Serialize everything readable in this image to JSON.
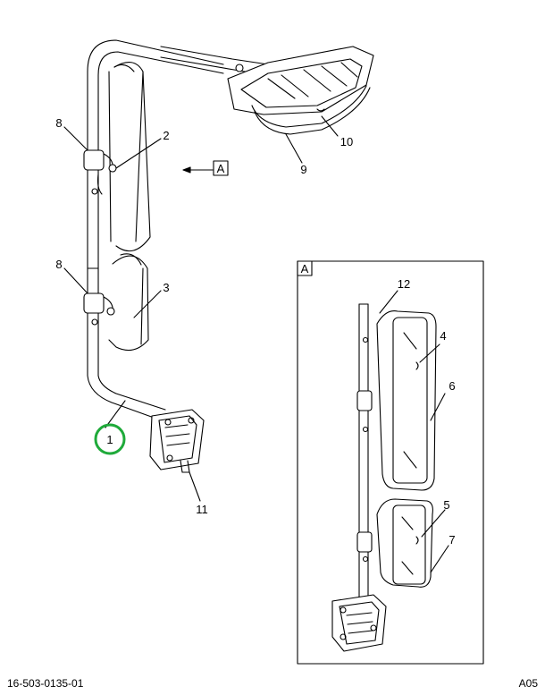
{
  "callouts": {
    "c1": "1",
    "c2": "2",
    "c3": "3",
    "c4": "4",
    "c5": "5",
    "c6": "6",
    "c7": "7",
    "c8a": "8",
    "c8b": "8",
    "c9": "9",
    "c10": "10",
    "c11": "11",
    "c12": "12"
  },
  "view_ref": "A",
  "detail_view_label": "A",
  "footer": {
    "doc_number": "16-503-0135-01",
    "revision": "A05"
  },
  "colors": {
    "line": "#000000",
    "highlight": "#1faa3a",
    "part_fill": "#ffffff",
    "shade": "#d9d9d9"
  }
}
